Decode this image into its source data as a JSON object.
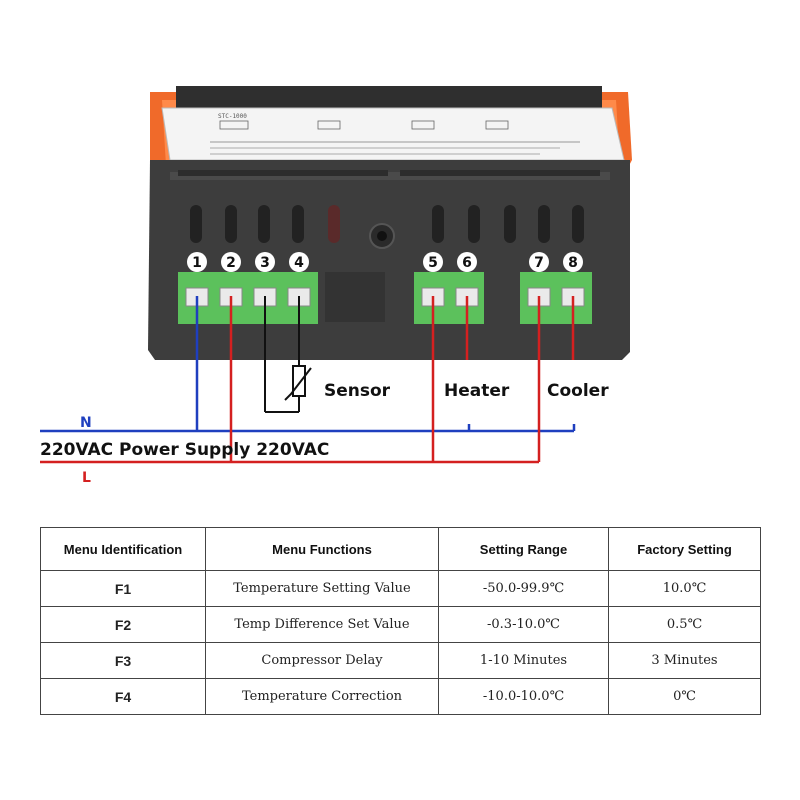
{
  "device": {
    "model_label": "STC-1000",
    "terminal_numbers": [
      "1",
      "2",
      "3",
      "4",
      "5",
      "6",
      "7",
      "8"
    ]
  },
  "wiring": {
    "sensor_label": "Sensor",
    "heater_label": "Heater",
    "cooler_label": "Cooler",
    "neutral_label": "N",
    "live_label": "L",
    "power_supply_label": "220VAC Power Supply 220VAC",
    "colors": {
      "neutral": "#1f3fbf",
      "live": "#d42020",
      "sensor": "#111111"
    }
  },
  "menu_table": {
    "headers": [
      "Menu Identification",
      "Menu Functions",
      "Setting Range",
      "Factory Setting"
    ],
    "rows": [
      {
        "id": "F1",
        "function": "Temperature Setting Value",
        "range": "-50.0-99.9℃",
        "factory": "10.0℃"
      },
      {
        "id": "F2",
        "function": "Temp Difference Set Value",
        "range": "-0.3-10.0℃",
        "factory": "0.5℃"
      },
      {
        "id": "F3",
        "function": "Compressor Delay",
        "range": "1-10 Minutes",
        "factory": "3 Minutes"
      },
      {
        "id": "F4",
        "function": "Temperature Correction",
        "range": "-10.0-10.0℃",
        "factory": "0℃"
      }
    ]
  },
  "colors": {
    "housing": "#3d3d3d",
    "clip": "#f06a2a",
    "terminal_block": "#5cc15c",
    "label_sticker": "#f4f4f4"
  }
}
